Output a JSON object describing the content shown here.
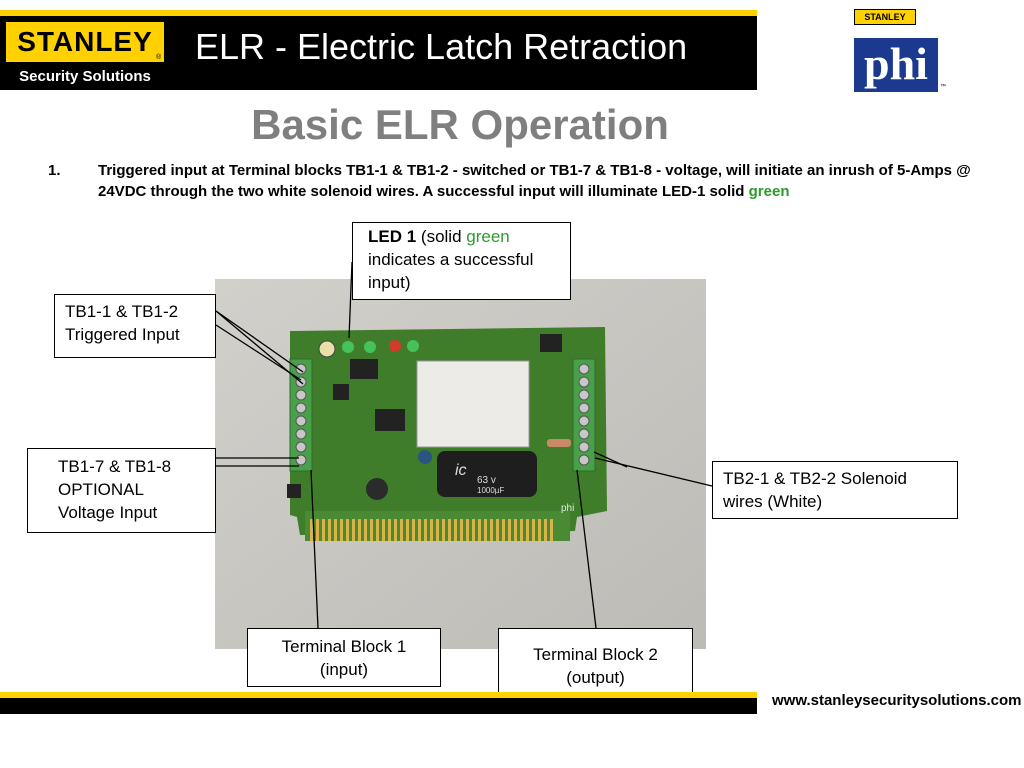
{
  "header": {
    "brand": "STANLEY",
    "brand_sub": "Security Solutions",
    "title": "ELR - Electric Latch Retraction",
    "phi_badge": "STANLEY",
    "phi_logo": "phi"
  },
  "page_title": "Basic ELR Operation",
  "step": {
    "number": "1.",
    "text": "Triggered input at Terminal blocks TB1-1 & TB1-2 - switched or TB1-7 & TB1-8 - voltage, will initiate an inrush of 5-Amps @ 24VDC through the two white solenoid wires. A successful input will illuminate LED-1 solid ",
    "highlight": "green"
  },
  "callouts": {
    "led": {
      "bold": "LED 1",
      "pre": " (solid ",
      "green": "green",
      "post": " indicates a successful input)"
    },
    "tb1_triggered": "TB1-1 & TB1-2 Triggered Input",
    "tb1_optional_l1": "TB1-7 & TB1-8",
    "tb1_optional_l2": "OPTIONAL",
    "tb1_optional_l3": "Voltage Input",
    "tb2_solenoid": "TB2-1 & TB2-2 Solenoid wires (White)",
    "terminal_block_1_l1": "Terminal Block 1",
    "terminal_block_1_l2": "(input)",
    "terminal_block_2_l1": "Terminal Block 2",
    "terminal_block_2_l2": "(output)"
  },
  "board": {
    "capacitor_brand": "ic",
    "capacitor_rating": "63 v",
    "capacitor_value": "1000µF",
    "board_mark": "phi"
  },
  "footer": {
    "url": "www.stanleysecuritysolutions.com"
  },
  "colors": {
    "accent_yellow": "#ffd100",
    "title_gray": "#7f7f7f",
    "green": "#2e9a2e",
    "phi_blue": "#1b3a8f"
  }
}
